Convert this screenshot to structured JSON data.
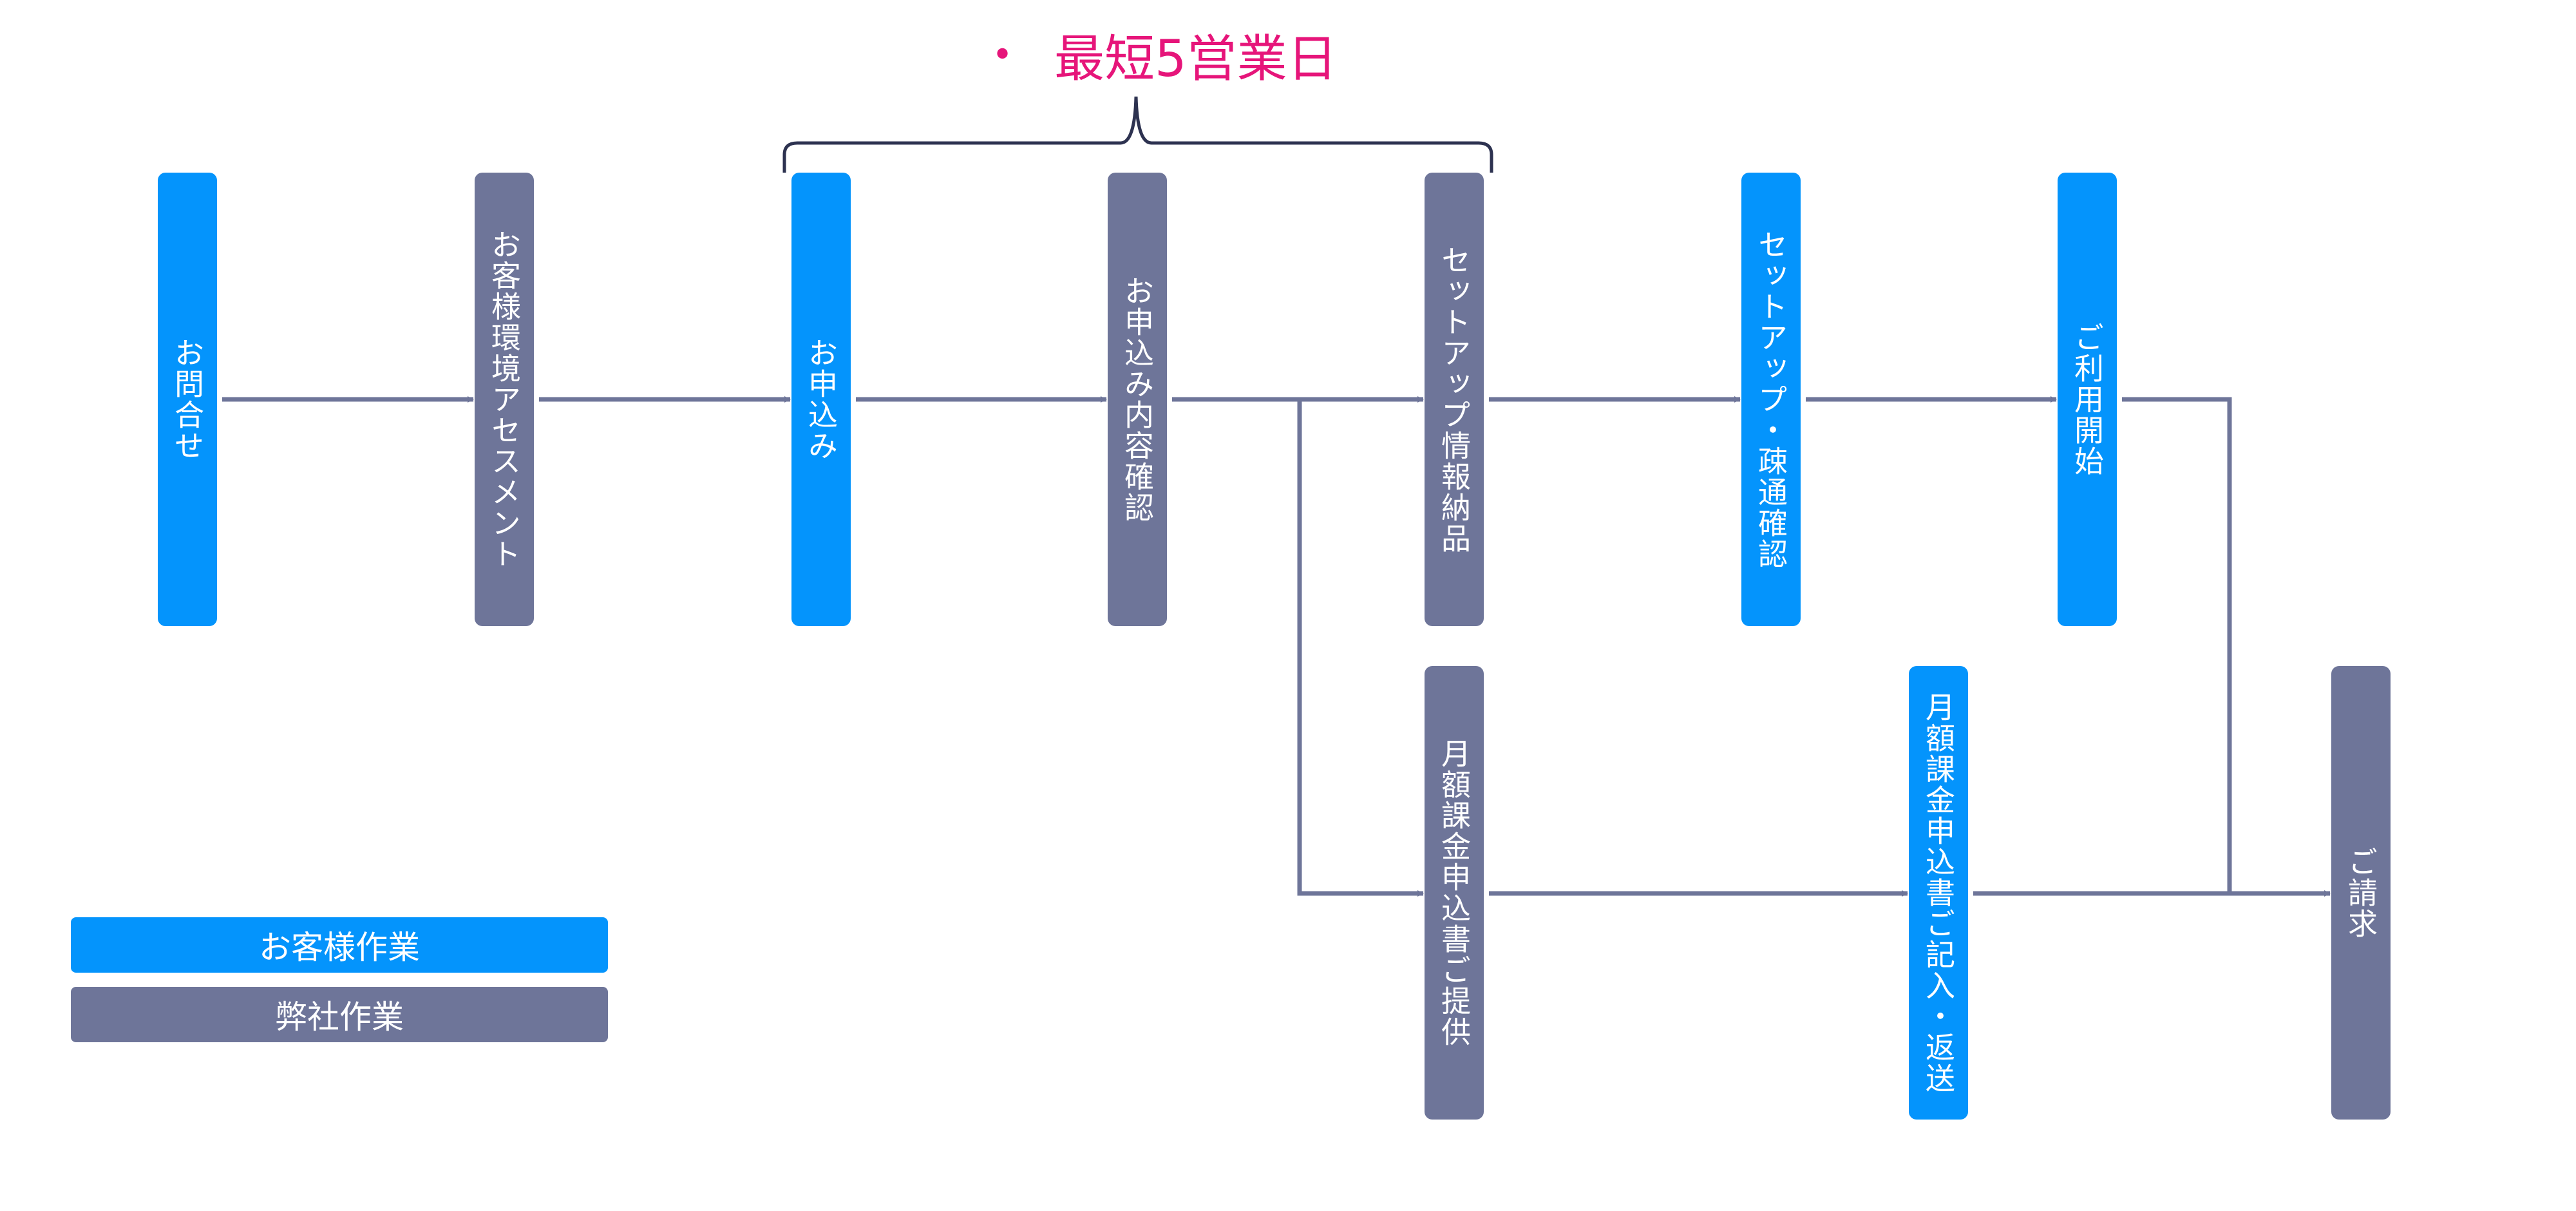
{
  "headline": {
    "bullet": "•",
    "text": "最短5営業日"
  },
  "colors": {
    "customer": "#0494FC",
    "ours": "#6E7599",
    "connector": "#6E7599",
    "brace": "#2D3250",
    "headline": "#E6157A"
  },
  "steps": [
    {
      "id": "inquiry",
      "label": "お問合せ",
      "actor": "customer"
    },
    {
      "id": "assessment",
      "label": "お客様環境アセスメント",
      "actor": "ours"
    },
    {
      "id": "application",
      "label": "お申込み",
      "actor": "customer"
    },
    {
      "id": "application-review",
      "label": "お申込み内容確認",
      "actor": "ours"
    },
    {
      "id": "setup-delivery",
      "label": "セットアップ情報納品",
      "actor": "ours"
    },
    {
      "id": "setup-check",
      "label": "セットアップ・疎通確認",
      "actor": "customer"
    },
    {
      "id": "start-use",
      "label": "ご利用開始",
      "actor": "customer"
    },
    {
      "id": "form-provide",
      "label": "月額課金申込書ご提供",
      "actor": "ours"
    },
    {
      "id": "form-return",
      "label": "月額課金申込書ご記入・返送",
      "actor": "customer"
    },
    {
      "id": "billing",
      "label": "ご請求",
      "actor": "ours"
    }
  ],
  "legend": {
    "customer": "お客様作業",
    "ours": "弊社作業"
  }
}
